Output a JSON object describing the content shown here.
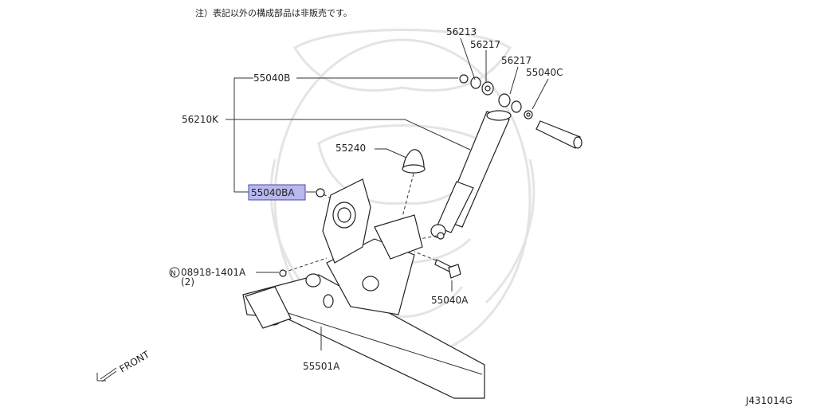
{
  "note": "注）表記以外の構成部品は非販売です。",
  "figure_id": "J431014G",
  "front_label": "FRONT",
  "parts": {
    "p56213": "56213",
    "p56217a": "56217",
    "p56217b": "56217",
    "p55040c": "55040C",
    "p55040b": "55040B",
    "p56210k": "56210K",
    "p55240": "55240",
    "p55040ba": "55040BA",
    "p08918": "08918-1401A",
    "p08918_qty": "(2)",
    "p08918_prefix": "N",
    "p55040a": "55040A",
    "p55501a": "55501A"
  },
  "colors": {
    "highlight_fill": "#b8b8ee",
    "highlight_stroke": "#4a4aa8"
  }
}
